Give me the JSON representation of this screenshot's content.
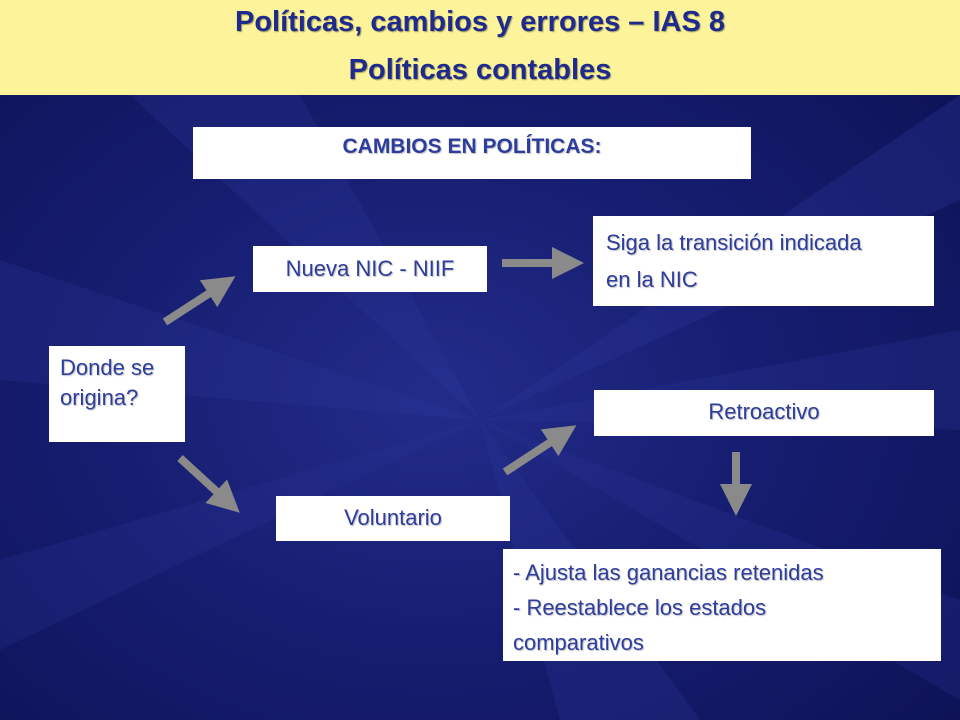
{
  "header": {
    "title": "Políticas, cambios y errores – IAS 8",
    "subtitle": "Políticas contables"
  },
  "diagram": {
    "heading": "CAMBIOS EN POLÍTICAS:",
    "origin": [
      "Donde se",
      "origina?"
    ],
    "new_standard": "Nueva NIC - NIIF",
    "transition": [
      "Siga la transición indicada",
      "en la NIC"
    ],
    "voluntary": "Voluntario",
    "retroactive": "Retroactivo",
    "effects": [
      "- Ajusta las ganancias retenidas",
      "- Reestablece los estados",
      "comparativos"
    ]
  },
  "colors": {
    "header_bg": "#fdf39a",
    "title_text": "#1e2a8c",
    "box_text": "#2d3d9e",
    "arrow": "#8a8a8a"
  }
}
